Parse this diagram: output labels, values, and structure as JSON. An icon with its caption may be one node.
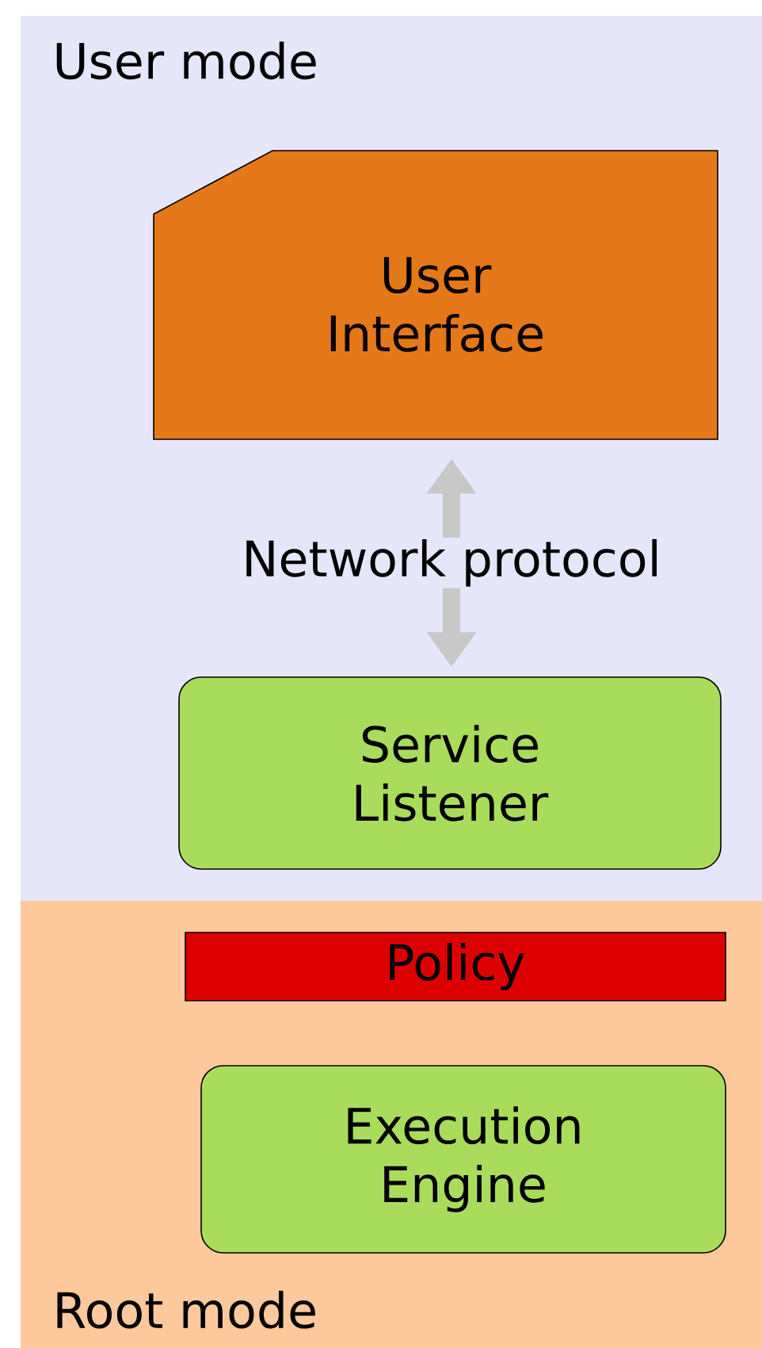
{
  "diagram": {
    "nodes": [
      {
        "text": [
          "User mode"
        ]
      },
      {
        "text": [
          "User Interface"
        ],
        "in": 0
      },
      {
        "text": [
          "Service Listener"
        ],
        "in": 0
      },
      {
        "text": [
          "Root mode"
        ]
      },
      {
        "text": [
          "Policy"
        ],
        "in": 3
      },
      {
        "text": [
          "Execution Engine"
        ],
        "in": 3
      }
    ],
    "edges": [
      {
        "from": 1,
        "to": 2,
        "arrow": "both",
        "label": "Network protocol"
      }
    ]
  }
}
